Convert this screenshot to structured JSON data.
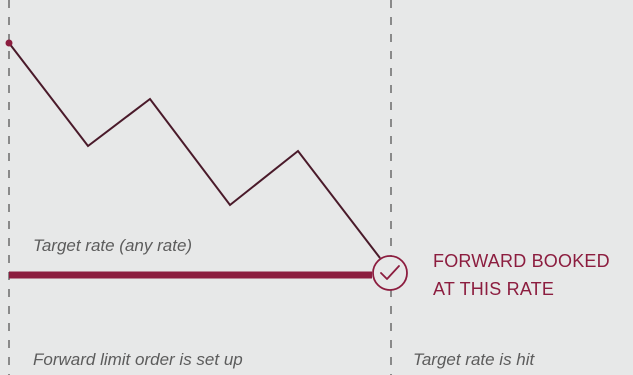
{
  "labels": {
    "target_rate": "Target rate (any rate)",
    "booked_line1": "FORWARD BOOKED",
    "booked_line2": "AT THIS RATE",
    "order_set_up": "Forward limit order is set up",
    "rate_hit": "Target rate is hit"
  },
  "icons": {
    "booked_marker": "check-circle-icon"
  },
  "colors": {
    "background": "#e7e8e8",
    "accent": "#8c1d3f",
    "rate_line": "#4a1a2a",
    "guide_line": "#8a8a8a",
    "muted_text": "#5c5c5c"
  }
}
